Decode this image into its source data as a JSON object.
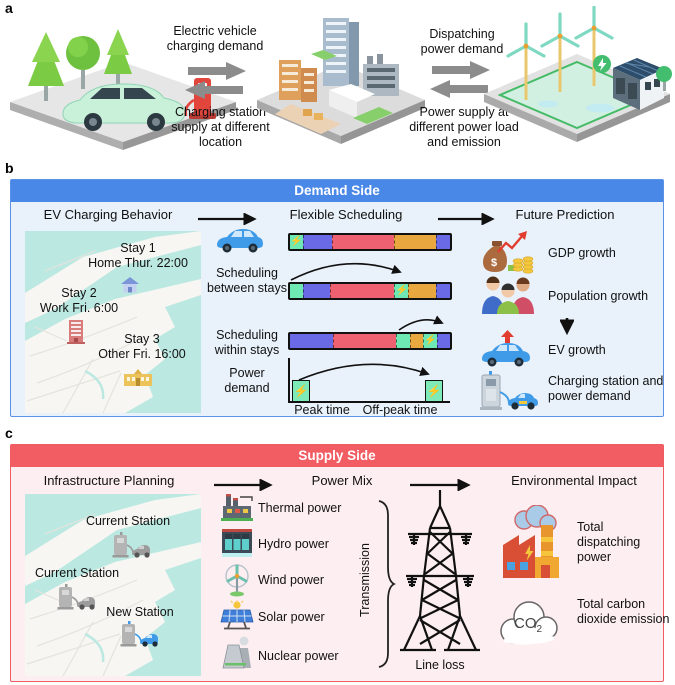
{
  "colors": {
    "demand_accent": "#4a88e8",
    "demand_bg": "#e9f1fa",
    "supply_accent": "#f15d62",
    "supply_bg": "#fdeef1",
    "bar_green": "#6fe9b4",
    "bar_purple": "#6a6ae6",
    "bar_red": "#ee6170",
    "bar_orange": "#e8a73f"
  },
  "panel_a": {
    "label": "a",
    "flow1_top": "Electric vehicle charging demand",
    "flow1_bottom": "Charging station supply at different location",
    "flow2_top": "Dispatching power demand",
    "flow2_bottom": "Power supply at different power load and emission"
  },
  "panel_b": {
    "label": "b",
    "title": "Demand Side",
    "col1": "EV Charging Behavior",
    "col2": "Flexible Scheduling",
    "col3": "Future Prediction",
    "stays": [
      {
        "name": "Stay 1",
        "detail": "Home Thur. 22:00",
        "icon": "home-icon"
      },
      {
        "name": "Stay 2",
        "detail": "Work Fri. 6:00",
        "icon": "office-building-icon"
      },
      {
        "name": "Stay 3",
        "detail": "Other Fri. 16:00",
        "icon": "public-building-icon"
      }
    ],
    "scheduling": {
      "between_label": "Scheduling between stays",
      "within_label": "Scheduling within stays",
      "power_label": "Power demand",
      "peak": "Peak time",
      "offpeak": "Off-peak time",
      "bars": [
        {
          "segments": [
            {
              "color": "green",
              "w": 8,
              "bolt": true
            },
            {
              "color": "purple",
              "w": 18
            },
            {
              "color": "red",
              "w": 39
            },
            {
              "color": "orange",
              "w": 26
            },
            {
              "color": "purple",
              "w": 9
            }
          ]
        },
        {
          "segments": [
            {
              "color": "green",
              "w": 8
            },
            {
              "color": "purple",
              "w": 17
            },
            {
              "color": "red",
              "w": 40
            },
            {
              "color": "green",
              "w": 9,
              "bolt": true
            },
            {
              "color": "orange",
              "w": 17
            },
            {
              "color": "purple",
              "w": 9
            }
          ]
        },
        {
          "segments": [
            {
              "color": "purple",
              "w": 27
            },
            {
              "color": "red",
              "w": 39
            },
            {
              "color": "green",
              "w": 9
            },
            {
              "color": "orange",
              "w": 8
            },
            {
              "color": "green",
              "w": 9,
              "bolt": true
            },
            {
              "color": "purple",
              "w": 8
            }
          ]
        }
      ]
    },
    "predictions": [
      {
        "label": "GDP growth",
        "icon": "gdp-growth-icon"
      },
      {
        "label": "Population growth",
        "icon": "population-growth-icon"
      },
      {
        "label": "EV growth",
        "icon": "ev-growth-icon"
      },
      {
        "label": "Charging station and power demand",
        "icon": "charging-station-icon"
      }
    ]
  },
  "panel_c": {
    "label": "c",
    "title": "Supply Side",
    "col1": "Infrastructure Planning",
    "col2": "Power Mix",
    "col3": "Environmental Impact",
    "stations": [
      {
        "label": "Current Station",
        "icon": "current-station-icon"
      },
      {
        "label": "Current Station",
        "icon": "current-station-icon"
      },
      {
        "label": "New Station",
        "icon": "new-station-icon"
      }
    ],
    "power_mix": [
      {
        "label": "Thermal power",
        "icon": "thermal-power-icon"
      },
      {
        "label": "Hydro power",
        "icon": "hydro-power-icon"
      },
      {
        "label": "Wind power",
        "icon": "wind-power-icon"
      },
      {
        "label": "Solar power",
        "icon": "solar-power-icon"
      },
      {
        "label": "Nuclear power",
        "icon": "nuclear-power-icon"
      }
    ],
    "transmission": "Transmission",
    "line_loss": "Line loss",
    "impact1": "Total dispatching power",
    "impact2": "Total carbon dioxide emission",
    "co2": {
      "main": "CO",
      "sub": "2"
    }
  }
}
